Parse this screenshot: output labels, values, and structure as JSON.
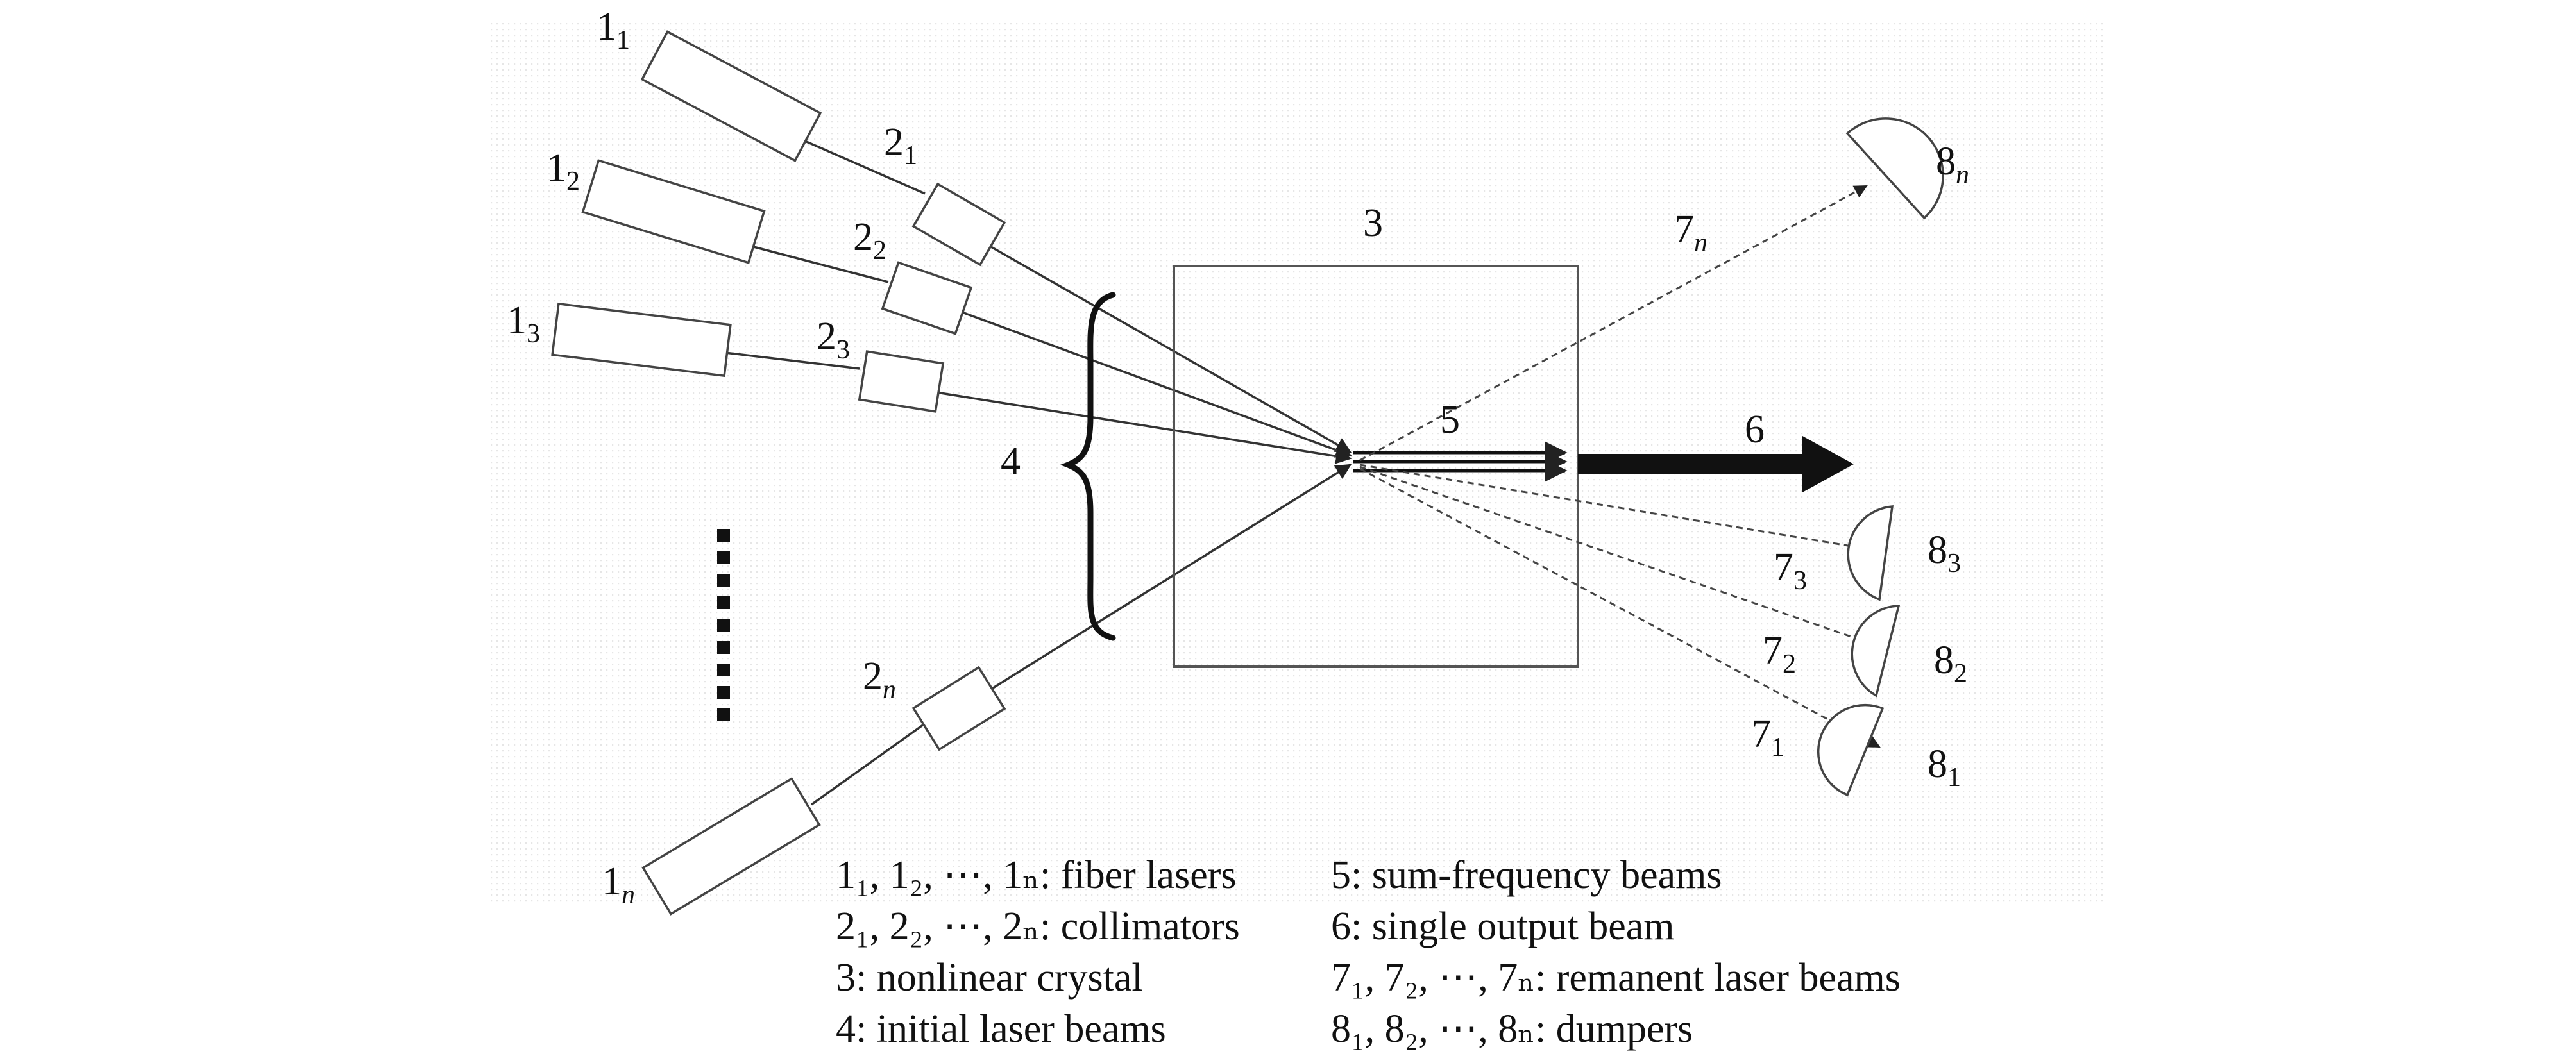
{
  "diagram": {
    "lasers": [
      {
        "base": "1",
        "sub": "1"
      },
      {
        "base": "1",
        "sub": "2"
      },
      {
        "base": "1",
        "sub": "3"
      },
      {
        "base": "1",
        "sub": "n"
      }
    ],
    "collimators": [
      {
        "base": "2",
        "sub": "1"
      },
      {
        "base": "2",
        "sub": "2"
      },
      {
        "base": "2",
        "sub": "3"
      },
      {
        "base": "2",
        "sub": "n"
      }
    ],
    "crystal_label": "3",
    "initial_beams_label": "4",
    "sum_frequency_label": "5",
    "output_label": "6",
    "remnant_beams": [
      {
        "base": "7",
        "sub": "n"
      },
      {
        "base": "7",
        "sub": "3"
      },
      {
        "base": "7",
        "sub": "2"
      },
      {
        "base": "7",
        "sub": "1"
      }
    ],
    "dumpers": [
      {
        "base": "8",
        "sub": "n"
      },
      {
        "base": "8",
        "sub": "3"
      },
      {
        "base": "8",
        "sub": "2"
      },
      {
        "base": "8",
        "sub": "1"
      }
    ],
    "colors": {
      "ink": "#111111",
      "beam": "#333333",
      "grid": "#dcdcdc",
      "box": "#555555"
    }
  },
  "legend": {
    "left": [
      {
        "id": "lasers",
        "text": "1₁, 1₂, ⋯, 1ₙ: fiber lasers"
      },
      {
        "id": "collimators",
        "text": "2₁, 2₂, ⋯, 2ₙ: collimators"
      },
      {
        "id": "crystal",
        "text": "3: nonlinear crystal"
      },
      {
        "id": "initial",
        "text": "4: initial laser beams"
      }
    ],
    "right": [
      {
        "id": "sumfreq",
        "text": "5: sum-frequency beams"
      },
      {
        "id": "output",
        "text": "6: single output beam"
      },
      {
        "id": "remnant",
        "text": "7₁, 7₂, ⋯, 7ₙ: remanent laser beams"
      },
      {
        "id": "dumpers",
        "text": "8₁, 8₂, ⋯, 8ₙ: dumpers"
      }
    ]
  }
}
